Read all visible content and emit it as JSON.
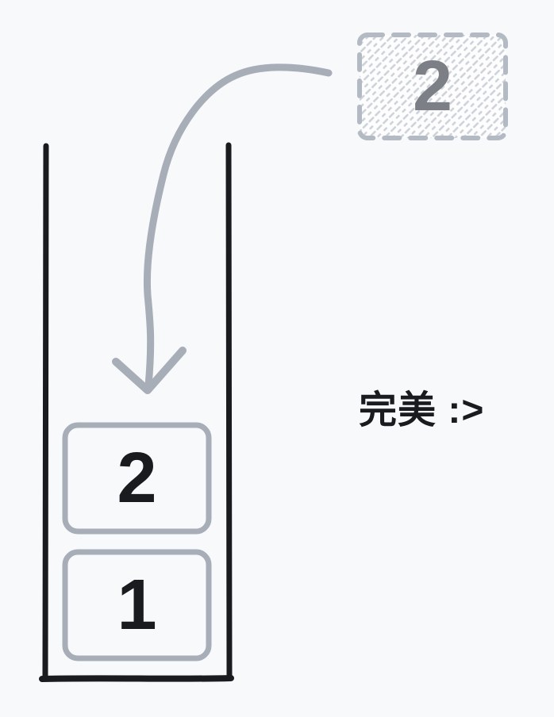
{
  "diagram": {
    "floating_item": {
      "value": "2"
    },
    "stack": {
      "items": [
        {
          "value": "2"
        },
        {
          "value": "1"
        }
      ]
    },
    "caption": "完美 :>",
    "colors": {
      "background": "#f8f9fb",
      "ink": "#1a1b1e",
      "gray": "#a8aeb8",
      "gray-light": "#b4bac3",
      "hatch": "#ccd2d9",
      "box-fill": "#fdfdfe",
      "muted-text": "#7c7f85"
    }
  }
}
